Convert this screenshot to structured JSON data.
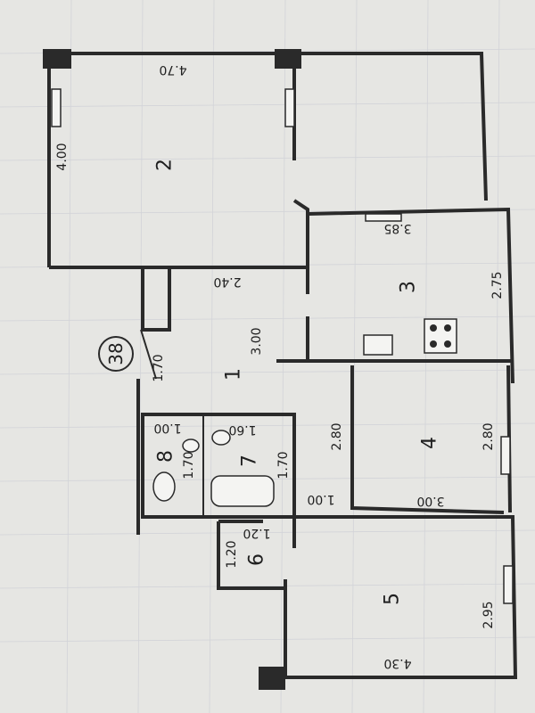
{
  "apartment_number": "38",
  "rooms": [
    {
      "id": "r1",
      "number": "1"
    },
    {
      "id": "r2",
      "number": "2"
    },
    {
      "id": "r3",
      "number": "3"
    },
    {
      "id": "r4",
      "number": "4"
    },
    {
      "id": "r5",
      "number": "5"
    },
    {
      "id": "r6",
      "number": "6"
    },
    {
      "id": "r7",
      "number": "7"
    },
    {
      "id": "r8",
      "number": "8"
    }
  ],
  "dimensions": {
    "r2_length": "4.70",
    "r2_width": "4.00",
    "hall_width": "2.40",
    "hall_length": "3.00",
    "entry_width": "1.70",
    "r3_length": "3.85",
    "r3_width": "2.75",
    "r4_left": "2.80",
    "r4_right": "2.80",
    "r4_length": "3.00",
    "corridor_width": "1.00",
    "r8_width": "1.00",
    "r8_length": "1.70",
    "r7_width": "1.60",
    "r7_length": "1.70",
    "r6_width": "1.20",
    "r6_length": "1.20",
    "r5_width": "2.95",
    "r5_length": "4.30"
  },
  "colors": {
    "paper": "#e6e6e3",
    "ink": "#2a2a2a",
    "grid": "#d2d3d8"
  }
}
